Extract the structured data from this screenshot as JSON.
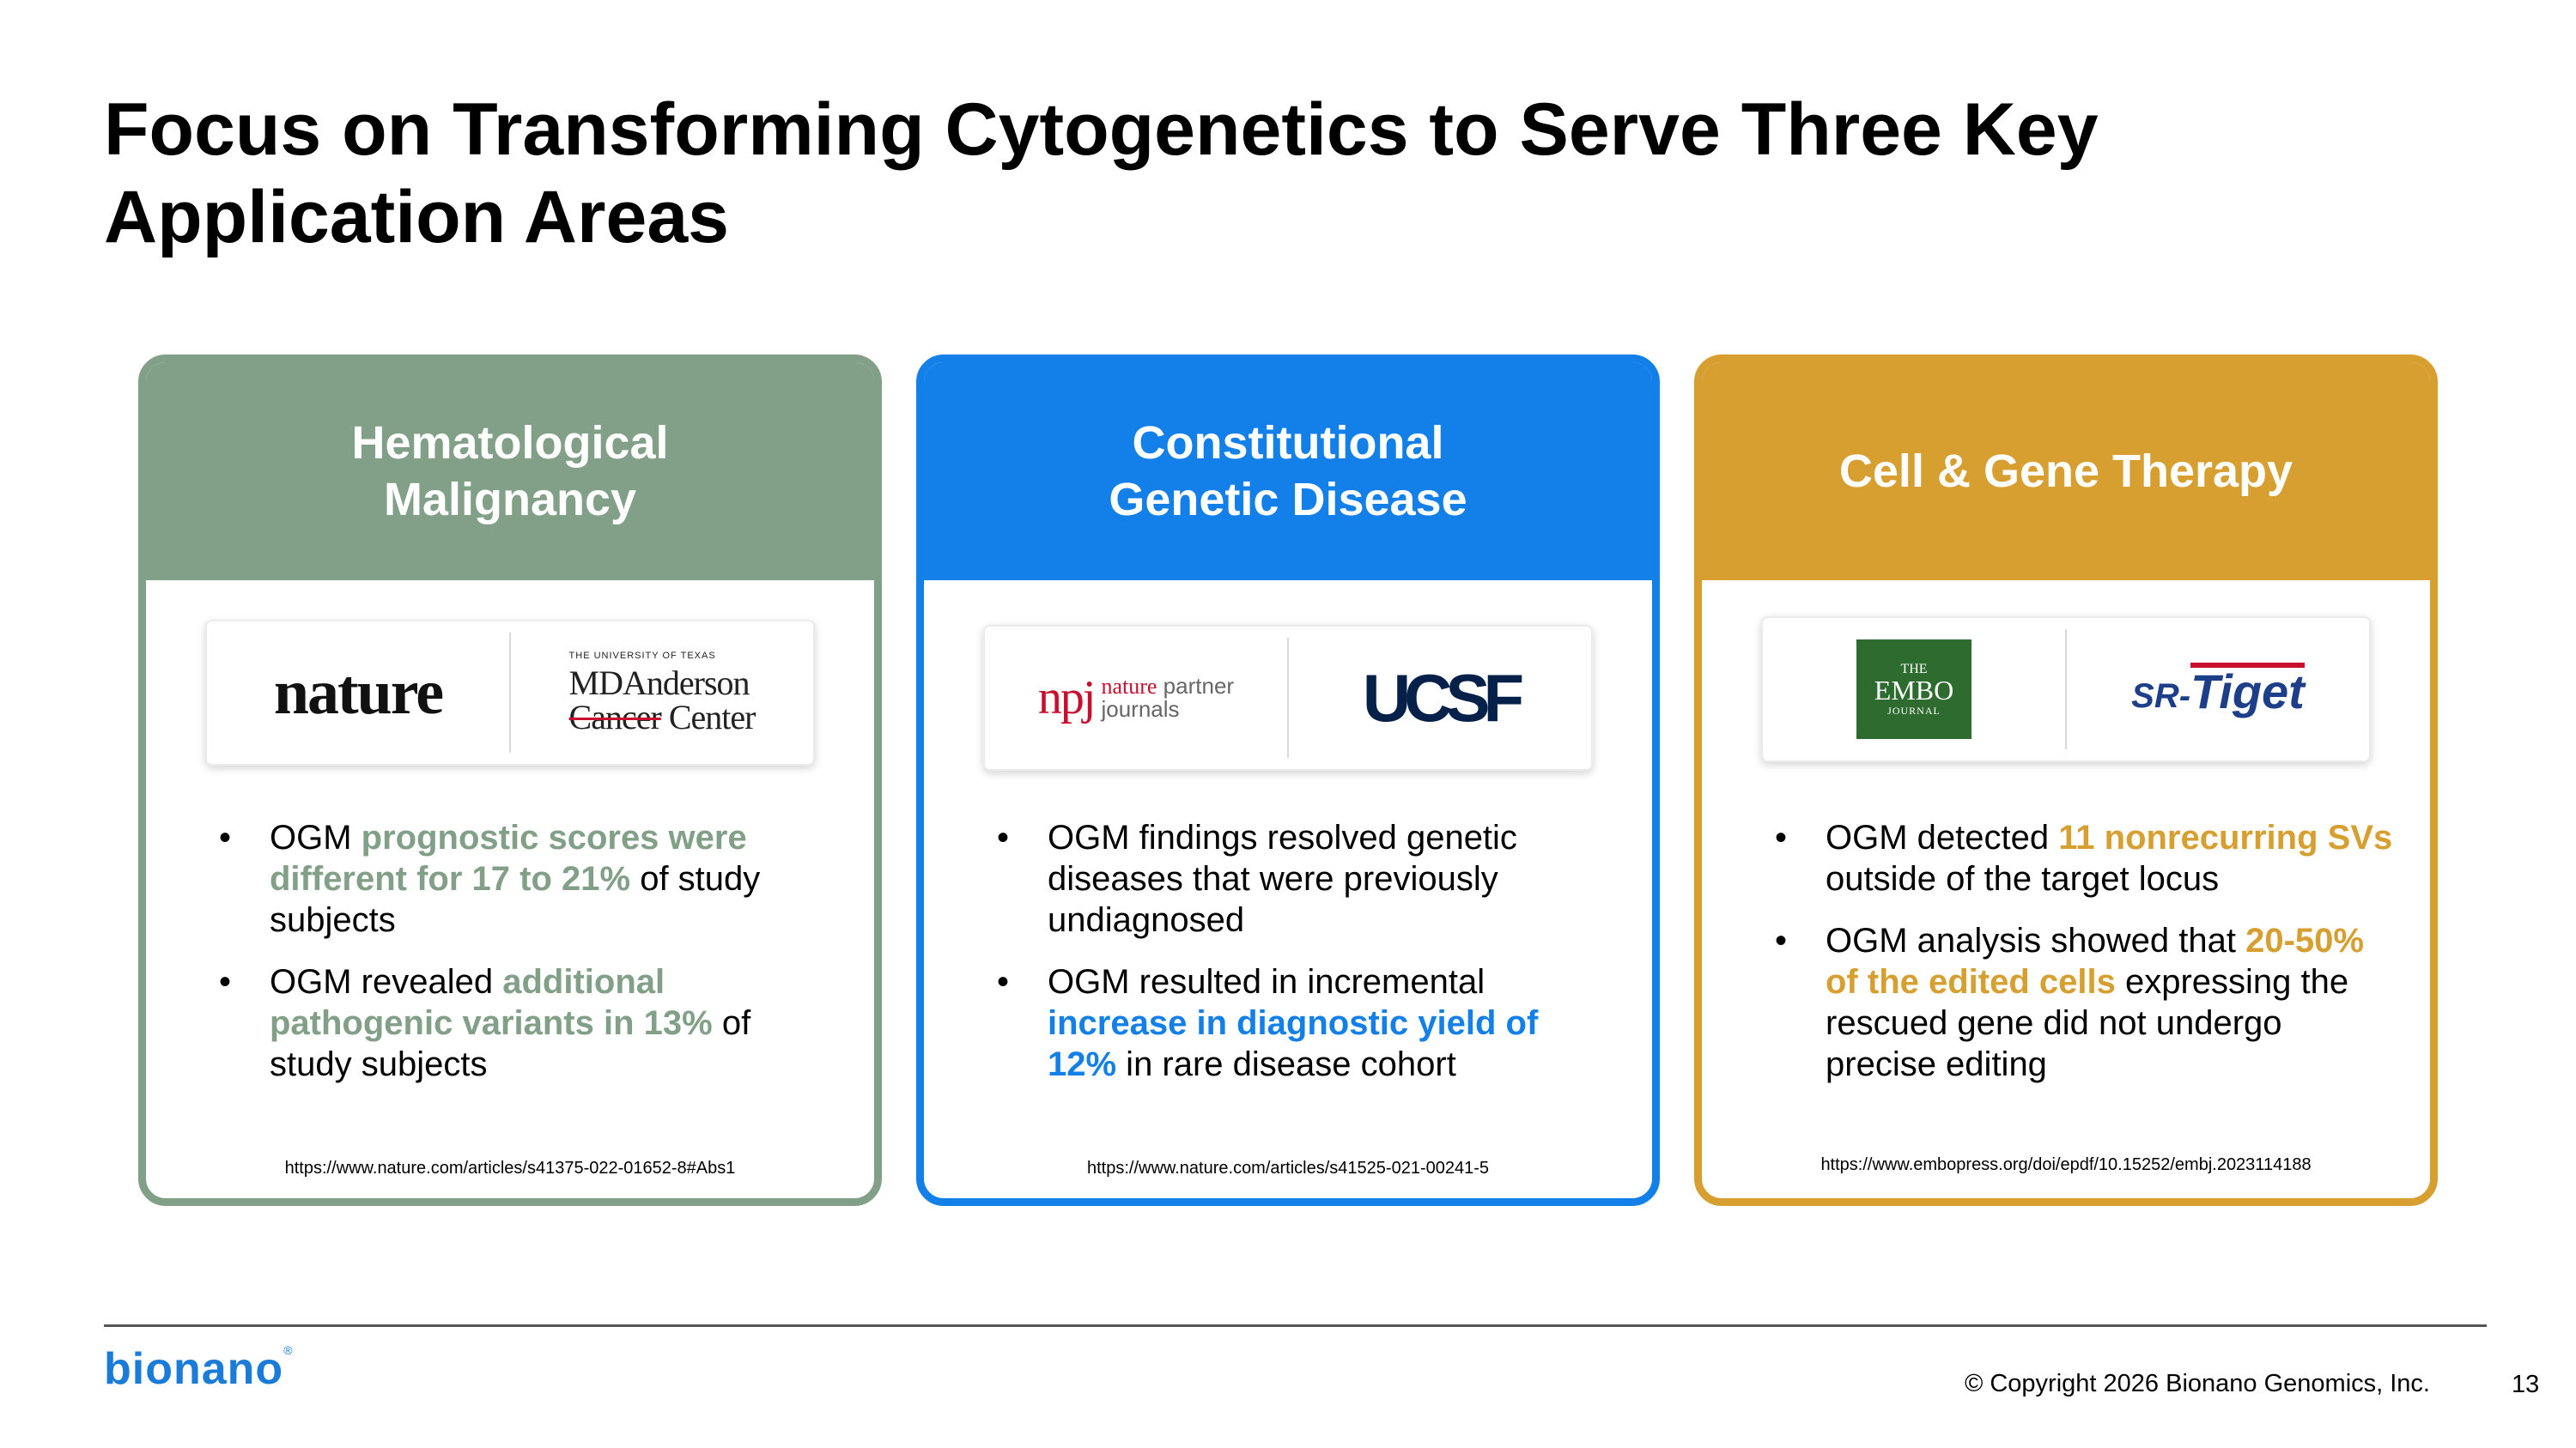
{
  "slide": {
    "title": "Focus on Transforming Cytogenetics to Serve Three Key Application Areas"
  },
  "cards": [
    {
      "title": "Hematological\nMalignancy",
      "accent": "#82a087",
      "logos": {
        "left": "nature",
        "right_small": "THE UNIVERSITY OF TEXAS",
        "right_line1": "MDAnderson",
        "right_line2a": "Cancer",
        "right_line2b": " Center"
      },
      "bullets": [
        {
          "pre": "OGM ",
          "hl": "prognostic scores were different for 17 to 21%",
          "post": " of study subjects"
        },
        {
          "pre": "OGM revealed ",
          "hl": "additional pathogenic variants in 13%",
          "post": " of study subjects"
        }
      ],
      "ref": "https://www.nature.com/articles/s41375-022-01652-8#Abs1"
    },
    {
      "title": "Constitutional\nGenetic Disease",
      "accent": "#137fe8",
      "logos": {
        "left_mark": "npj",
        "left_text1": "nature",
        "left_text1b": " partner",
        "left_text2": "journals",
        "right": "UCSF"
      },
      "bullets": [
        {
          "pre": "OGM findings resolved genetic diseases that were previously undiagnosed",
          "hl": "",
          "post": ""
        },
        {
          "pre": "OGM resulted in incremental ",
          "hl": "increase in diagnostic yield of 12%",
          "post": " in rare disease cohort"
        }
      ],
      "ref": "https://www.nature.com/articles/s41525-021-00241-5"
    },
    {
      "title": "Cell & Gene Therapy",
      "accent": "#d69f30",
      "logos": {
        "left_line1": "THE",
        "left_line2": "EMBO",
        "left_line3": "JOURNAL",
        "right_prefix": "SR-",
        "right_main": "Tiget"
      },
      "bullets": [
        {
          "pre": "OGM detected ",
          "hl": "11 nonrecurring SVs",
          "post": " outside of the target locus"
        },
        {
          "pre": "OGM analysis showed that ",
          "hl": "20-50% of the edited cells",
          "post": " expressing the rescued gene did not undergo precise editing"
        }
      ],
      "ref": "https://www.embopress.org/doi/epdf/10.15252/embj.2023114188"
    }
  ],
  "footer": {
    "brand": "bionano",
    "copyright": "© Copyright 2026 Bionano Genomics, Inc.",
    "page": "13"
  }
}
